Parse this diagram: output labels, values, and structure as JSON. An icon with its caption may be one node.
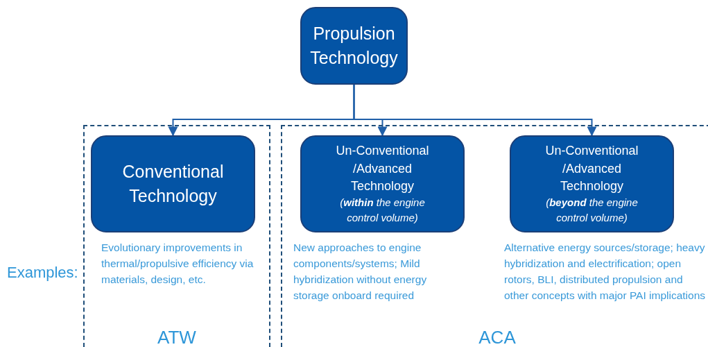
{
  "diagram": {
    "nodes": [
      {
        "text": [
          "Propulsion Technology"
        ]
      },
      {
        "text": [
          "ATW"
        ]
      },
      {
        "text": [
          "Conventional Technology"
        ],
        "in": 1,
        "beside": [
          "Evolutionary improvements in thermal/propulsive efficiency via materials, design, etc."
        ]
      },
      {
        "text": [
          "ACA"
        ]
      },
      {
        "text": [
          "Un-Conventional /Advanced Technology",
          "(**within** the engine control volume)"
        ],
        "in": 3,
        "beside": [
          "New approaches to engine components/systems; Mild hybridization without energy storage onboard required"
        ]
      },
      {
        "text": [
          "Un-Conventional /Advanced Technology",
          "(**beyond** the engine control volume)"
        ],
        "in": 3,
        "beside": [
          "Alternative energy sources/storage; heavy hybridization and electrification; open rotors, BLI, distributed propulsion and other concepts with major PAI implications"
        ]
      }
    ],
    "edges": [
      {
        "from": 0,
        "to": 2,
        "arrow": "to"
      },
      {
        "from": 0,
        "to": 4,
        "arrow": "to"
      },
      {
        "from": 0,
        "to": 5,
        "arrow": "to"
      }
    ],
    "labels": [
      "Examples:"
    ]
  }
}
